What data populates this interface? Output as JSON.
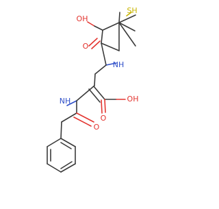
{
  "molecule": {
    "atoms": {
      "oh_top": "OH",
      "o_top": "O",
      "sh": "SH",
      "nh_upper": "NH",
      "nh_lower": "NH",
      "oh_right": "OH",
      "o_right": "O",
      "o_amide": "O"
    },
    "colors": {
      "oxygen": "#e3342f",
      "nitrogen": "#2f4fc9",
      "sulfur": "#c8b400",
      "carbon_bond": "#3a3a3a"
    }
  }
}
